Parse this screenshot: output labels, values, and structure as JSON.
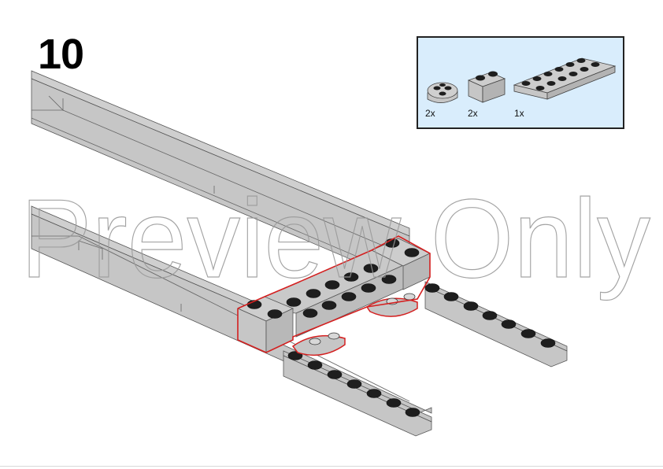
{
  "instruction": {
    "step_number": "10",
    "watermark": "Preview Only"
  },
  "parts_list": {
    "items": [
      {
        "part": "round-plate-2x2",
        "quantity": "2x"
      },
      {
        "part": "brick-1x2",
        "quantity": "2x"
      },
      {
        "part": "plate-2x6",
        "quantity": "1x"
      }
    ]
  },
  "colors": {
    "part_fill": "#c6c6c6",
    "part_top": "#bdbdbd",
    "part_side": "#8f8f8f",
    "stud": "#1e1e1e",
    "highlight": "#d42020",
    "parts_box_bg": "#d9edfc"
  }
}
